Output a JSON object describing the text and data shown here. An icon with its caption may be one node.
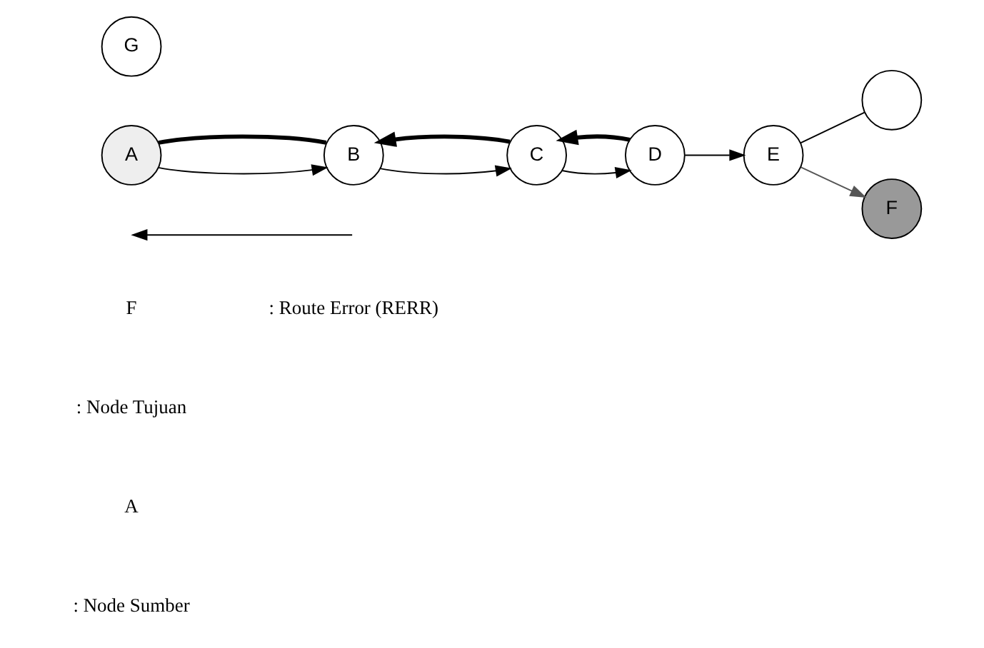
{
  "diagram": {
    "nodes": [
      {
        "text": [
          "A"
        ]
      },
      {
        "text": [
          "B"
        ]
      },
      {
        "text": [
          "C"
        ]
      },
      {
        "text": [
          "D"
        ]
      },
      {
        "text": [
          "E"
        ]
      },
      {
        "text": [],
        "shape": "circle"
      },
      {
        "text": [
          "F"
        ]
      },
      {
        "text": [
          "G"
        ]
      }
    ],
    "edges": [
      {
        "from": 0,
        "to": 1,
        "arrow": "to"
      },
      {
        "from": 0,
        "to": 1,
        "arrow": "none",
        "style": "thick"
      },
      {
        "from": 1,
        "to": 2,
        "arrow": "to"
      },
      {
        "from": 2,
        "to": 1,
        "arrow": "to",
        "style": "thick"
      },
      {
        "from": 2,
        "to": 3,
        "arrow": "to"
      },
      {
        "from": 3,
        "to": 2,
        "arrow": "to",
        "style": "thick"
      },
      {
        "from": 3,
        "to": 4,
        "arrow": "to"
      },
      {
        "from": 4,
        "to": 5,
        "arrow": "none"
      },
      {
        "from": 4,
        "to": 6,
        "arrow": "to",
        "color": "#555555"
      }
    ],
    "labels": [
      "A",
      ": Node Sumber",
      "F",
      ": Node Tujuan"
    ],
    "legend": [
      {
        "text": ": Route Error (RERR)"
      }
    ]
  }
}
